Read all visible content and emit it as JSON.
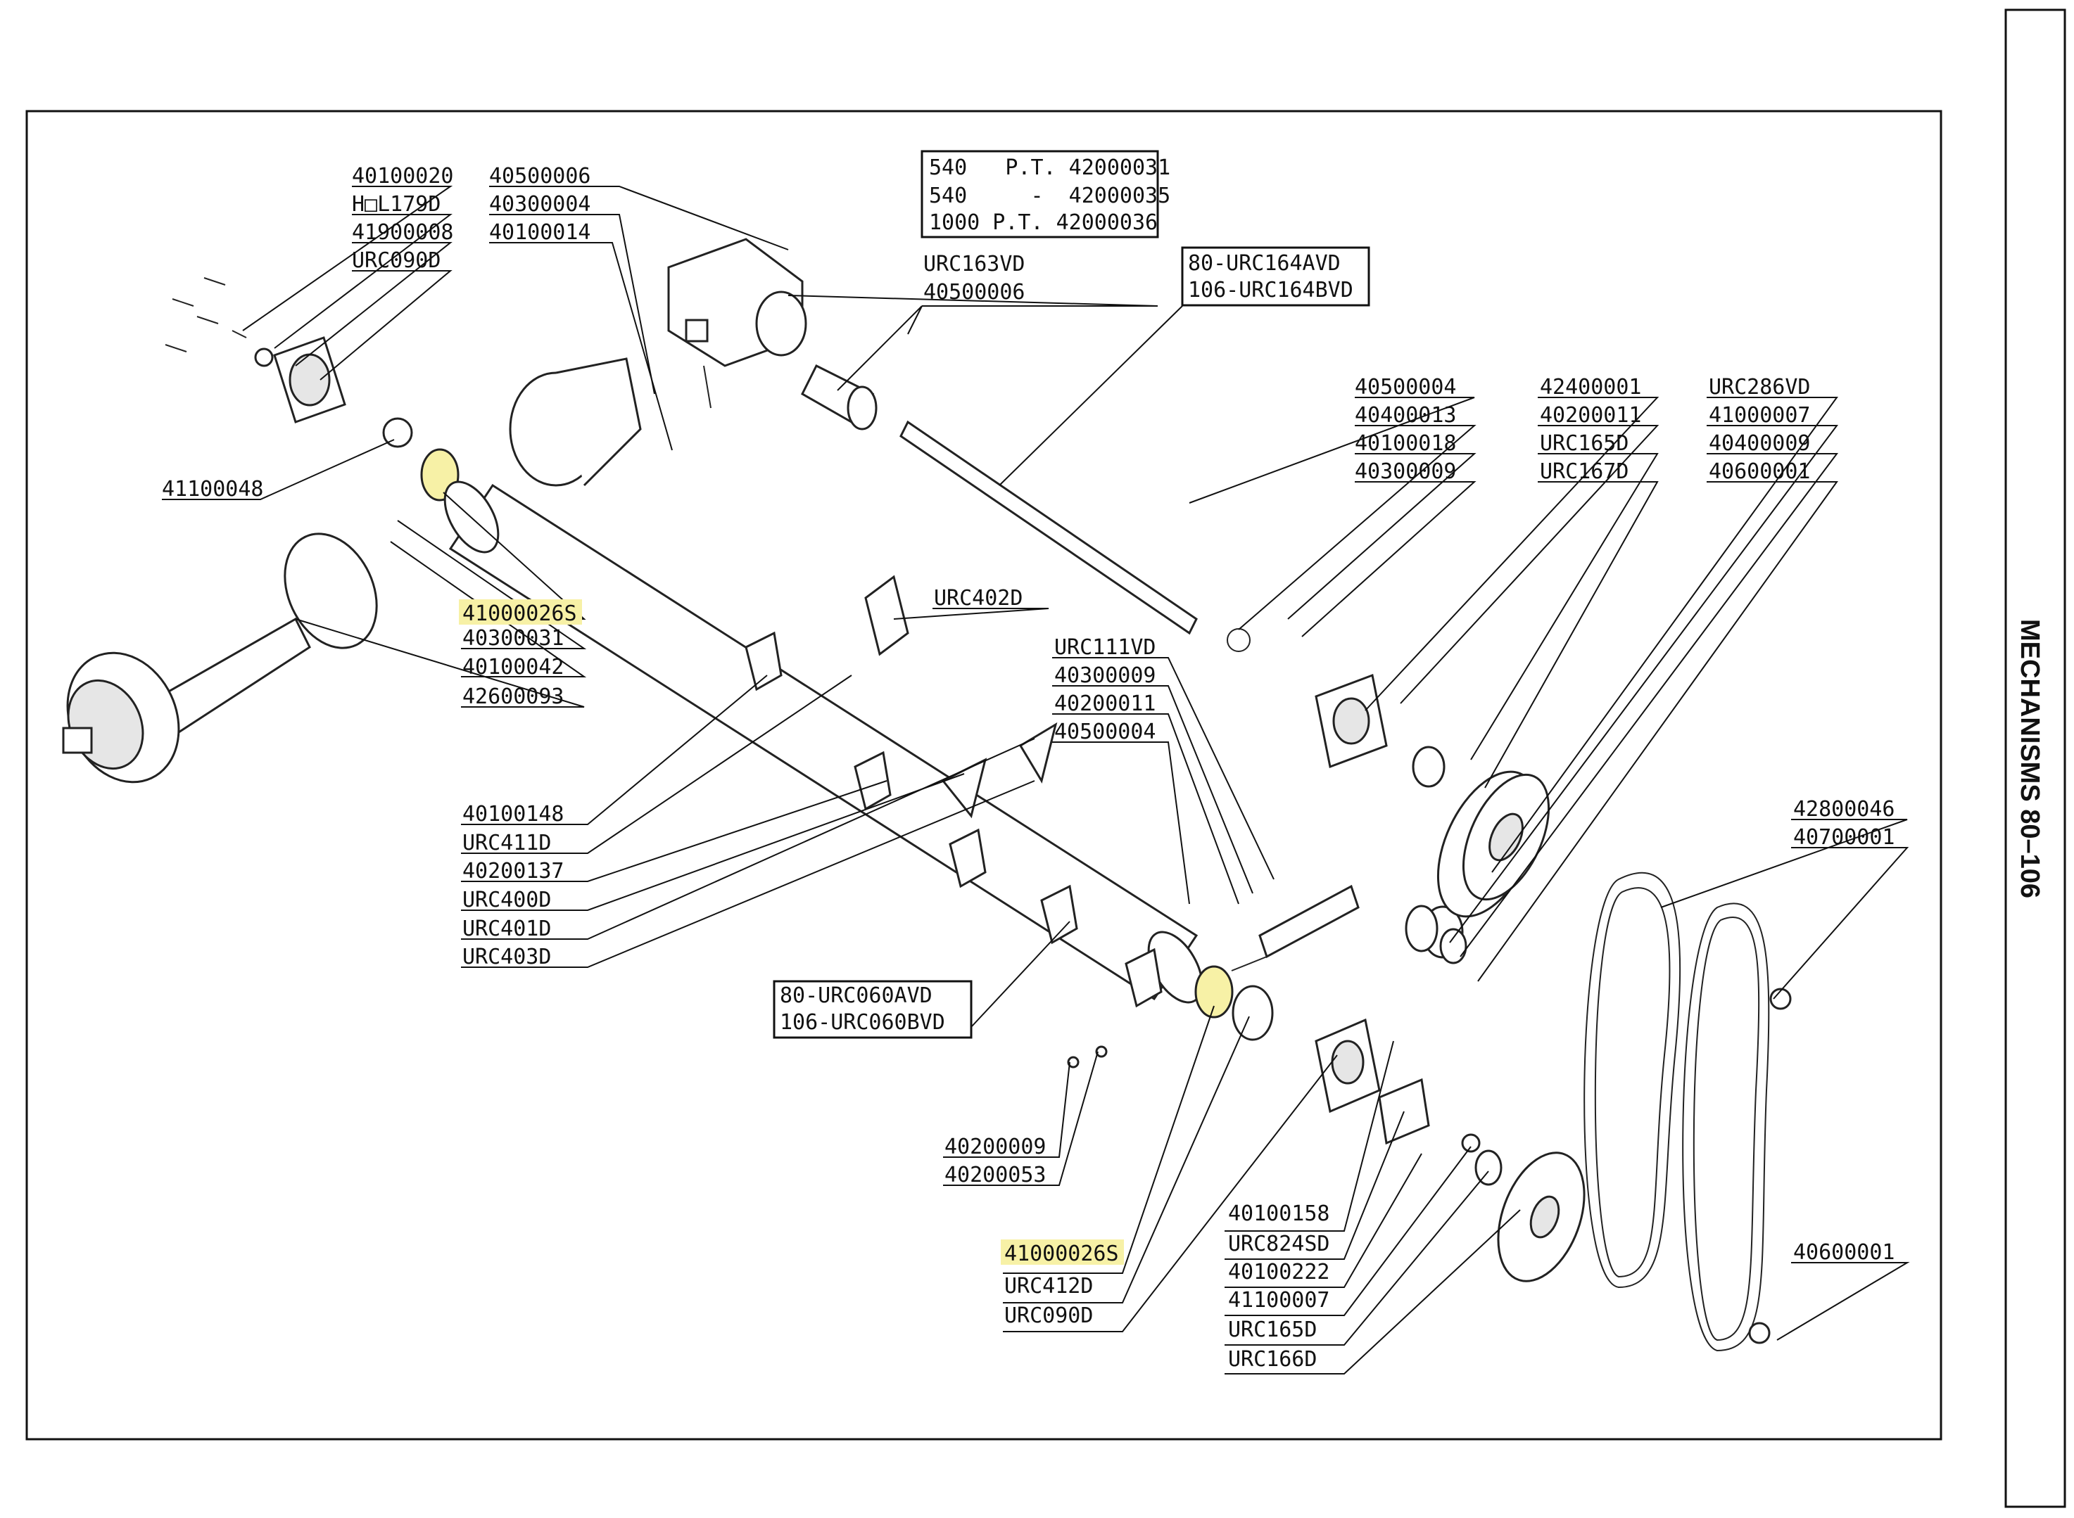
{
  "section_title": "MECHANISMS 80–106",
  "labels": {
    "l40100020": "40100020",
    "lHOL179D": "H□L179D",
    "l41900008": "41900008",
    "lURC090D_top": "URC090D",
    "l40500006_top": "40500006",
    "l40300004": "40300004",
    "l40100014": "40100014",
    "l41100048": "41100048",
    "l41000026S_left": "41000026S",
    "l40300031": "40300031",
    "l40100042": "40100042",
    "l42600093": "42600093",
    "lURC163VD": "URC163VD",
    "l40500006_mid": "40500006",
    "l40500004_top": "40500004",
    "l40400013": "40400013",
    "l40100018": "40100018",
    "l40300009_top": "40300009",
    "l42400001": "42400001",
    "l40200011_top": "40200011",
    "lURC165D_top": "URC165D",
    "lURC167D": "URC167D",
    "lURC286VD": "URC286VD",
    "l41000007": "41000007",
    "l40400009": "40400009",
    "l40600001_top": "40600001",
    "lURC402D": "URC402D",
    "lURC111VD": "URC111VD",
    "l40300009_mid": "40300009",
    "l40200011_mid": "40200011",
    "l40500004_mid": "40500004",
    "l40100148": "40100148",
    "lURC411D": "URC411D",
    "l40200137": "40200137",
    "lURC400D": "URC400D",
    "lURC401D": "URC401D",
    "lURC403D": "URC403D",
    "l42800046": "42800046",
    "l40700001": "40700001",
    "l40200009": "40200009",
    "l40200053": "40200053",
    "l41000026S_bottom": "41000026S",
    "lURC412D": "URC412D",
    "lURC090D_bottom": "URC090D",
    "l40100158": "40100158",
    "lURC824SD": "URC824SD",
    "l40100222": "40100222",
    "l41100007": "41100007",
    "lURC165D_bottom": "URC165D",
    "lURC166D": "URC166D",
    "l40600001_bottom": "40600001"
  },
  "gearbox_table": {
    "row1": "540   P.T. 42000031",
    "row2": "540     -  42000035",
    "row3": "1000 P.T. 42000036"
  },
  "shaft_box": {
    "row1": "80-URC164AVD",
    "row2": "106-URC164BVD"
  },
  "roller_box": {
    "row1": "80-URC060AVD",
    "row2": "106-URC060BVD"
  },
  "highlight_color": "#f7f1a6"
}
